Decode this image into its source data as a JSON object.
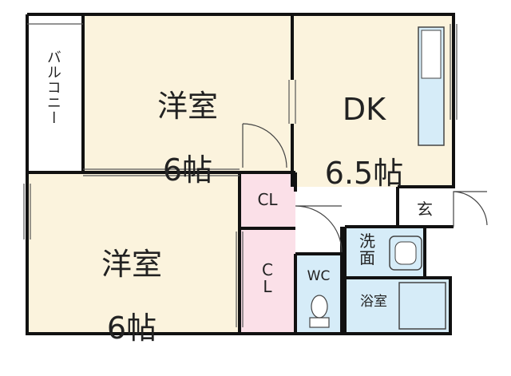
{
  "rooms": {
    "western_upper": {
      "name": "洋室",
      "size": "6帖"
    },
    "western_lower": {
      "name": "洋室",
      "size": "6帖"
    },
    "dk": {
      "name": "DK",
      "size": "6.5帖"
    },
    "balcony": "バルコニー",
    "cl_upper": "CL",
    "cl_lower": "C\nL",
    "wc": "WC",
    "washroom": "洗\n面",
    "bathroom": "浴室",
    "entrance": "玄"
  },
  "colors": {
    "room_floor": "#fbf3dd",
    "closet": "#fbe0e8",
    "wet_area": "#d6ecf8",
    "wall": "#111111"
  }
}
